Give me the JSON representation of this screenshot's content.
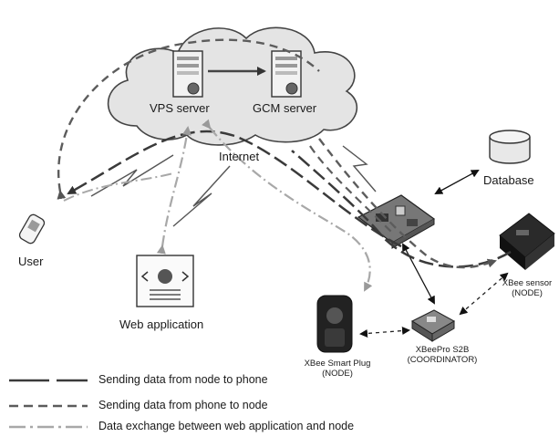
{
  "nodes": {
    "vps_server": "VPS server",
    "gcm_server": "GCM server",
    "internet": "Internet",
    "database": "Database",
    "user": "User",
    "web_application": "Web application",
    "xbee_sensor": {
      "name": "XBee sensor",
      "role": "(NODE)"
    },
    "xbeepro": {
      "name": "XBeePro S2B",
      "role": "(COORDINATOR)"
    },
    "xbee_plug": {
      "name": "XBee Smart Plug",
      "role": "(NODE)"
    }
  },
  "legend": [
    {
      "style": "long-dash",
      "label": "Sending data from node to phone"
    },
    {
      "style": "dash",
      "label": "Sending data from phone to node"
    },
    {
      "style": "dash-dot",
      "label": "Data exchange between web application and node"
    }
  ],
  "colors": {
    "node_to_phone": "#3a3a3a",
    "phone_to_node": "#5c5c5c",
    "web_exchange": "#a8a8a8",
    "cloud_fill": "#e4e4e4"
  }
}
